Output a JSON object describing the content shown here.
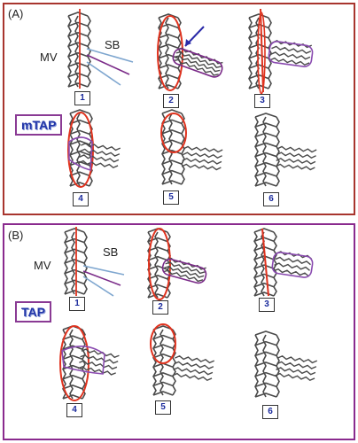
{
  "panel_a": {
    "label": "(A)",
    "mv": "MV",
    "sb": "SB",
    "technique": "mTAP",
    "steps": [
      "1",
      "2",
      "3",
      "4",
      "5",
      "6"
    ]
  },
  "panel_b": {
    "label": "(B)",
    "mv": "MV",
    "sb": "SB",
    "technique": "TAP",
    "steps": [
      "1",
      "2",
      "3",
      "4",
      "5",
      "6"
    ]
  },
  "colors": {
    "panel_a_border": "#a8352e",
    "panel_b_border": "#8a2a8e",
    "balloon": "#e0331f",
    "sb_stent": "#8a4bb0",
    "wire_red": "#e0331f",
    "wire_purple": "#7a2a88",
    "wire_blue": "#7ea6cf",
    "arrow": "#2a2aa8"
  }
}
